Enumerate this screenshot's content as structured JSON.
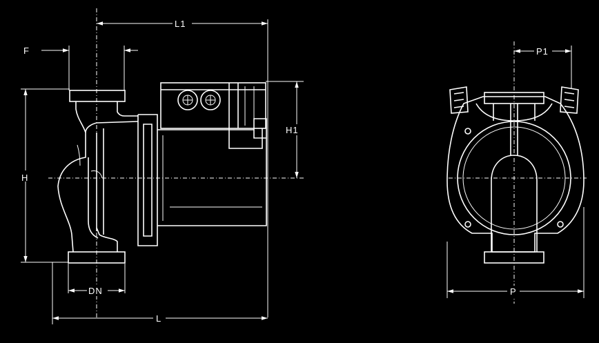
{
  "labels": {
    "L1": "L1",
    "F": "F",
    "H": "H",
    "H1": "H1",
    "DN": "DN",
    "L": "L",
    "P1": "P1",
    "P": "P"
  },
  "colors": {
    "background": "#000000",
    "line": "#ffffff"
  }
}
